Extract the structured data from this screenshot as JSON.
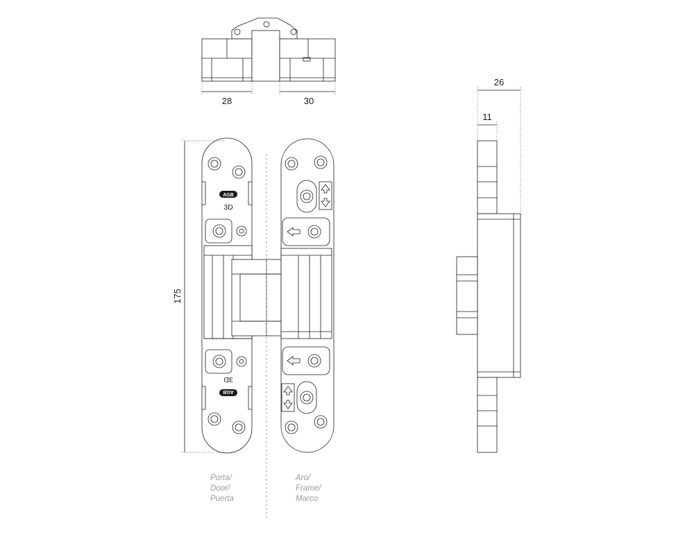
{
  "dimensions": {
    "top_left_width": "28",
    "top_right_width": "30",
    "height": "175",
    "side_total": "26",
    "side_inner": "11"
  },
  "marks": {
    "logo": "AGB",
    "adjust_3d": "3D"
  },
  "labels": {
    "door": [
      "Porta/",
      "Door/",
      "Puerta"
    ],
    "frame": [
      "Aro/",
      "Frame/",
      "Marco"
    ]
  },
  "colors": {
    "line": "#1a1a1a",
    "label": "#9a9a9a",
    "centerline": "#888888"
  }
}
